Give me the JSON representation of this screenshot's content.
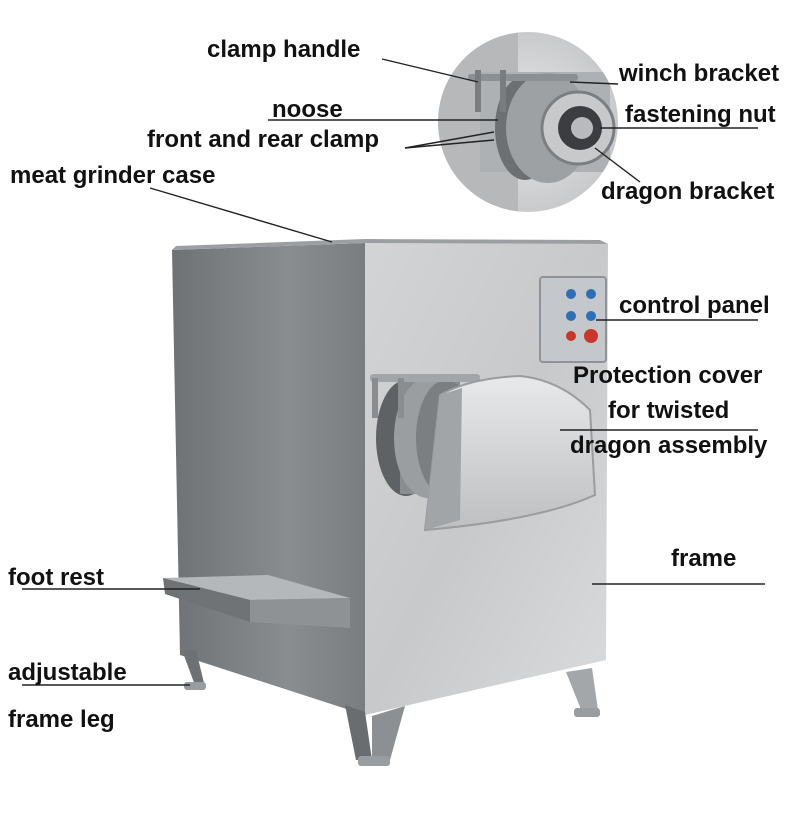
{
  "labels": {
    "clamp_handle": "clamp handle",
    "winch_bracket": "winch bracket",
    "noose": "noose",
    "fastening_nut": "fastening nut",
    "front_rear_clamp": "front and rear clamp",
    "meat_grinder_case": "meat grinder case",
    "dragon_bracket": "dragon bracket",
    "control_panel": "control panel",
    "protection_cover_1": "Protection cover",
    "protection_cover_2": "for twisted",
    "protection_cover_3": "dragon assembly",
    "frame": "frame",
    "foot_rest": "foot rest",
    "adjustable_1": "adjustable",
    "adjustable_2": "frame leg"
  },
  "colors": {
    "leader_line": "#222222",
    "case_side": "#7e8184",
    "case_front": "#cfd0d1",
    "panel_face": "#c4c7cb",
    "button_blue": "#2e6fb3",
    "button_red": "#c8372d",
    "inset_bg": "#d9dadb"
  },
  "icons": [
    "meat-grinder-machine",
    "grinder-head-closeup-inset"
  ]
}
